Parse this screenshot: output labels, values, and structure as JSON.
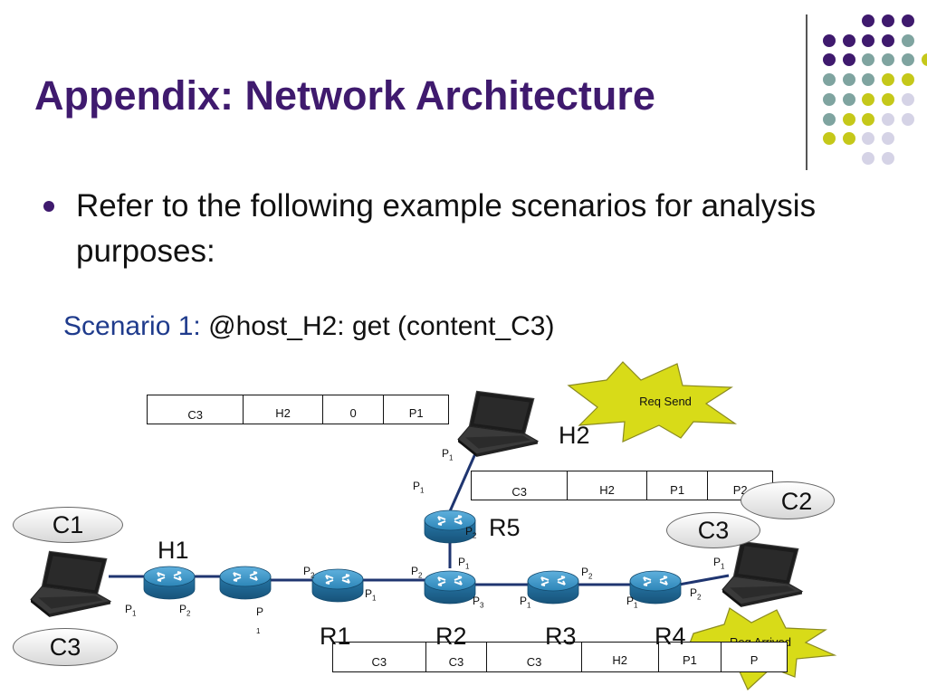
{
  "slide": {
    "title": "Appendix: Network Architecture",
    "bullet": "Refer to the following example scenarios for analysis purposes:",
    "scenario_label": "Scenario 1:",
    "scenario_command": "@host_H2: get (content_C3)"
  },
  "colors": {
    "title": "#3f1a6e",
    "scenario_label": "#1f3b8c",
    "link": "#1f3570",
    "dot_purple": "#3f1a6e",
    "dot_teal": "#7fa4a0",
    "dot_yellow": "#c5c81a",
    "dot_lavender": "#d5d3e6",
    "burst": "#d8db18"
  },
  "packets": {
    "top": [
      "C3",
      "H2",
      "0",
      "P1"
    ],
    "middle": [
      "C3",
      "H2",
      "P1",
      "P2"
    ],
    "bottom": [
      "C3",
      "C3",
      "C3",
      "H2",
      "P1",
      "P"
    ]
  },
  "ovals": {
    "left_top": "C1",
    "left_bottom": "C3",
    "right_top": "C2",
    "right_mid": "C3"
  },
  "labels": {
    "h1": "H1",
    "h2": "H2",
    "r5": "R5",
    "r1": "R1",
    "r2": "R2",
    "r3": "R3",
    "r4": "R4"
  },
  "bursts": {
    "send": "Req Send",
    "arrived": "Req Arrived"
  },
  "ports": {
    "p_r5_top": "P",
    "p_r5_top_sub": "1",
    "p_h2": "P",
    "p_h2_sub": "1",
    "p_r5_2": "P",
    "p_r5_2_sub": "2",
    "p_r2_top": "P",
    "p_r2_top_sub": "1",
    "p_r1_left": "P",
    "p_r1_left_sub": "2",
    "p_r1_right": "P",
    "p_r1_right_sub": "1",
    "p_r2_left": "P",
    "p_r2_left_sub": "2",
    "p_r2_bottom": "P",
    "p_r2_bottom_sub": "3",
    "p_r3_left": "P",
    "p_r3_left_sub": "1",
    "p_r3_right": "P",
    "p_r3_right_sub": "2",
    "p_r4_left": "P",
    "p_r4_left_sub": "1",
    "p_r4_right": "P",
    "p_r4_right_sub": "2",
    "p_c3_right": "P",
    "p_c3_right_sub": "1",
    "p_h1_1": "P",
    "p_h1_1_sub": "1",
    "p_h1_2": "P",
    "p_h1_2_sub": "2",
    "p_mid": "P",
    "p_mid_sub": "1"
  }
}
